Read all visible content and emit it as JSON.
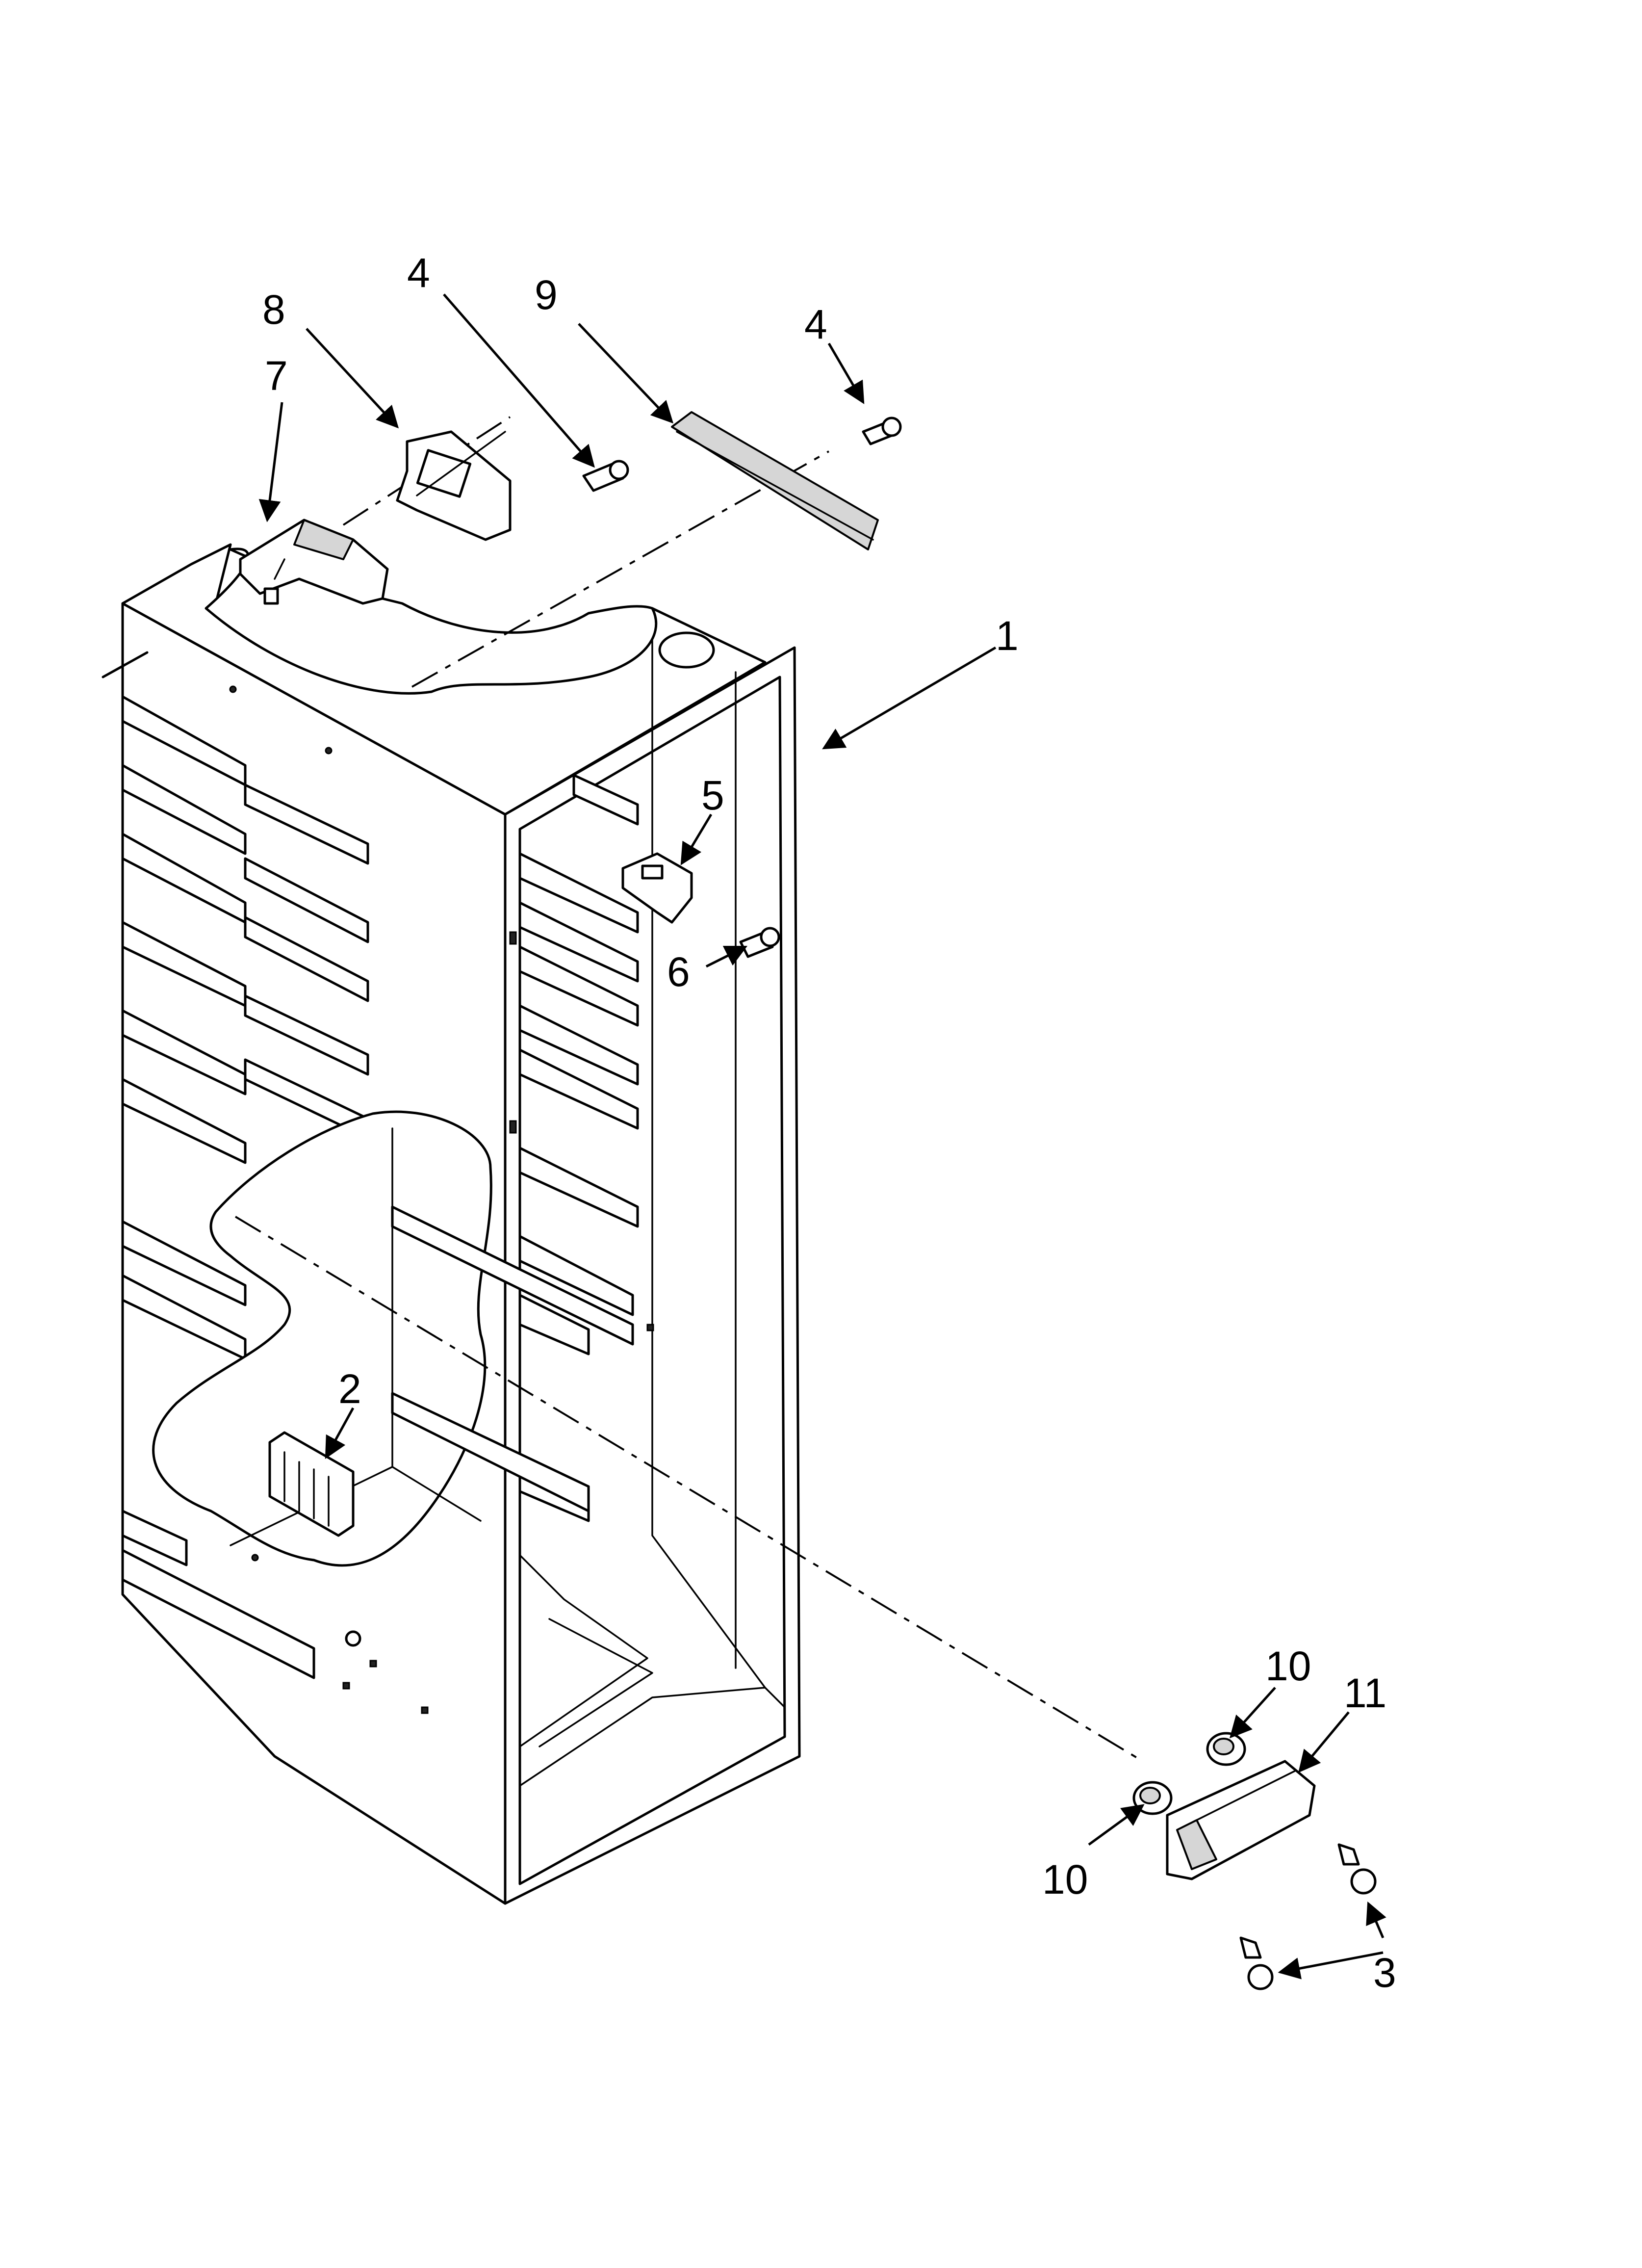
{
  "callouts": {
    "c1": "1",
    "c2": "2",
    "c3": "3",
    "c4a": "4",
    "c4b": "4",
    "c5": "5",
    "c6": "6",
    "c7": "7",
    "c8": "8",
    "c9": "9",
    "c10a": "10",
    "c10b": "10",
    "c11": "11"
  }
}
